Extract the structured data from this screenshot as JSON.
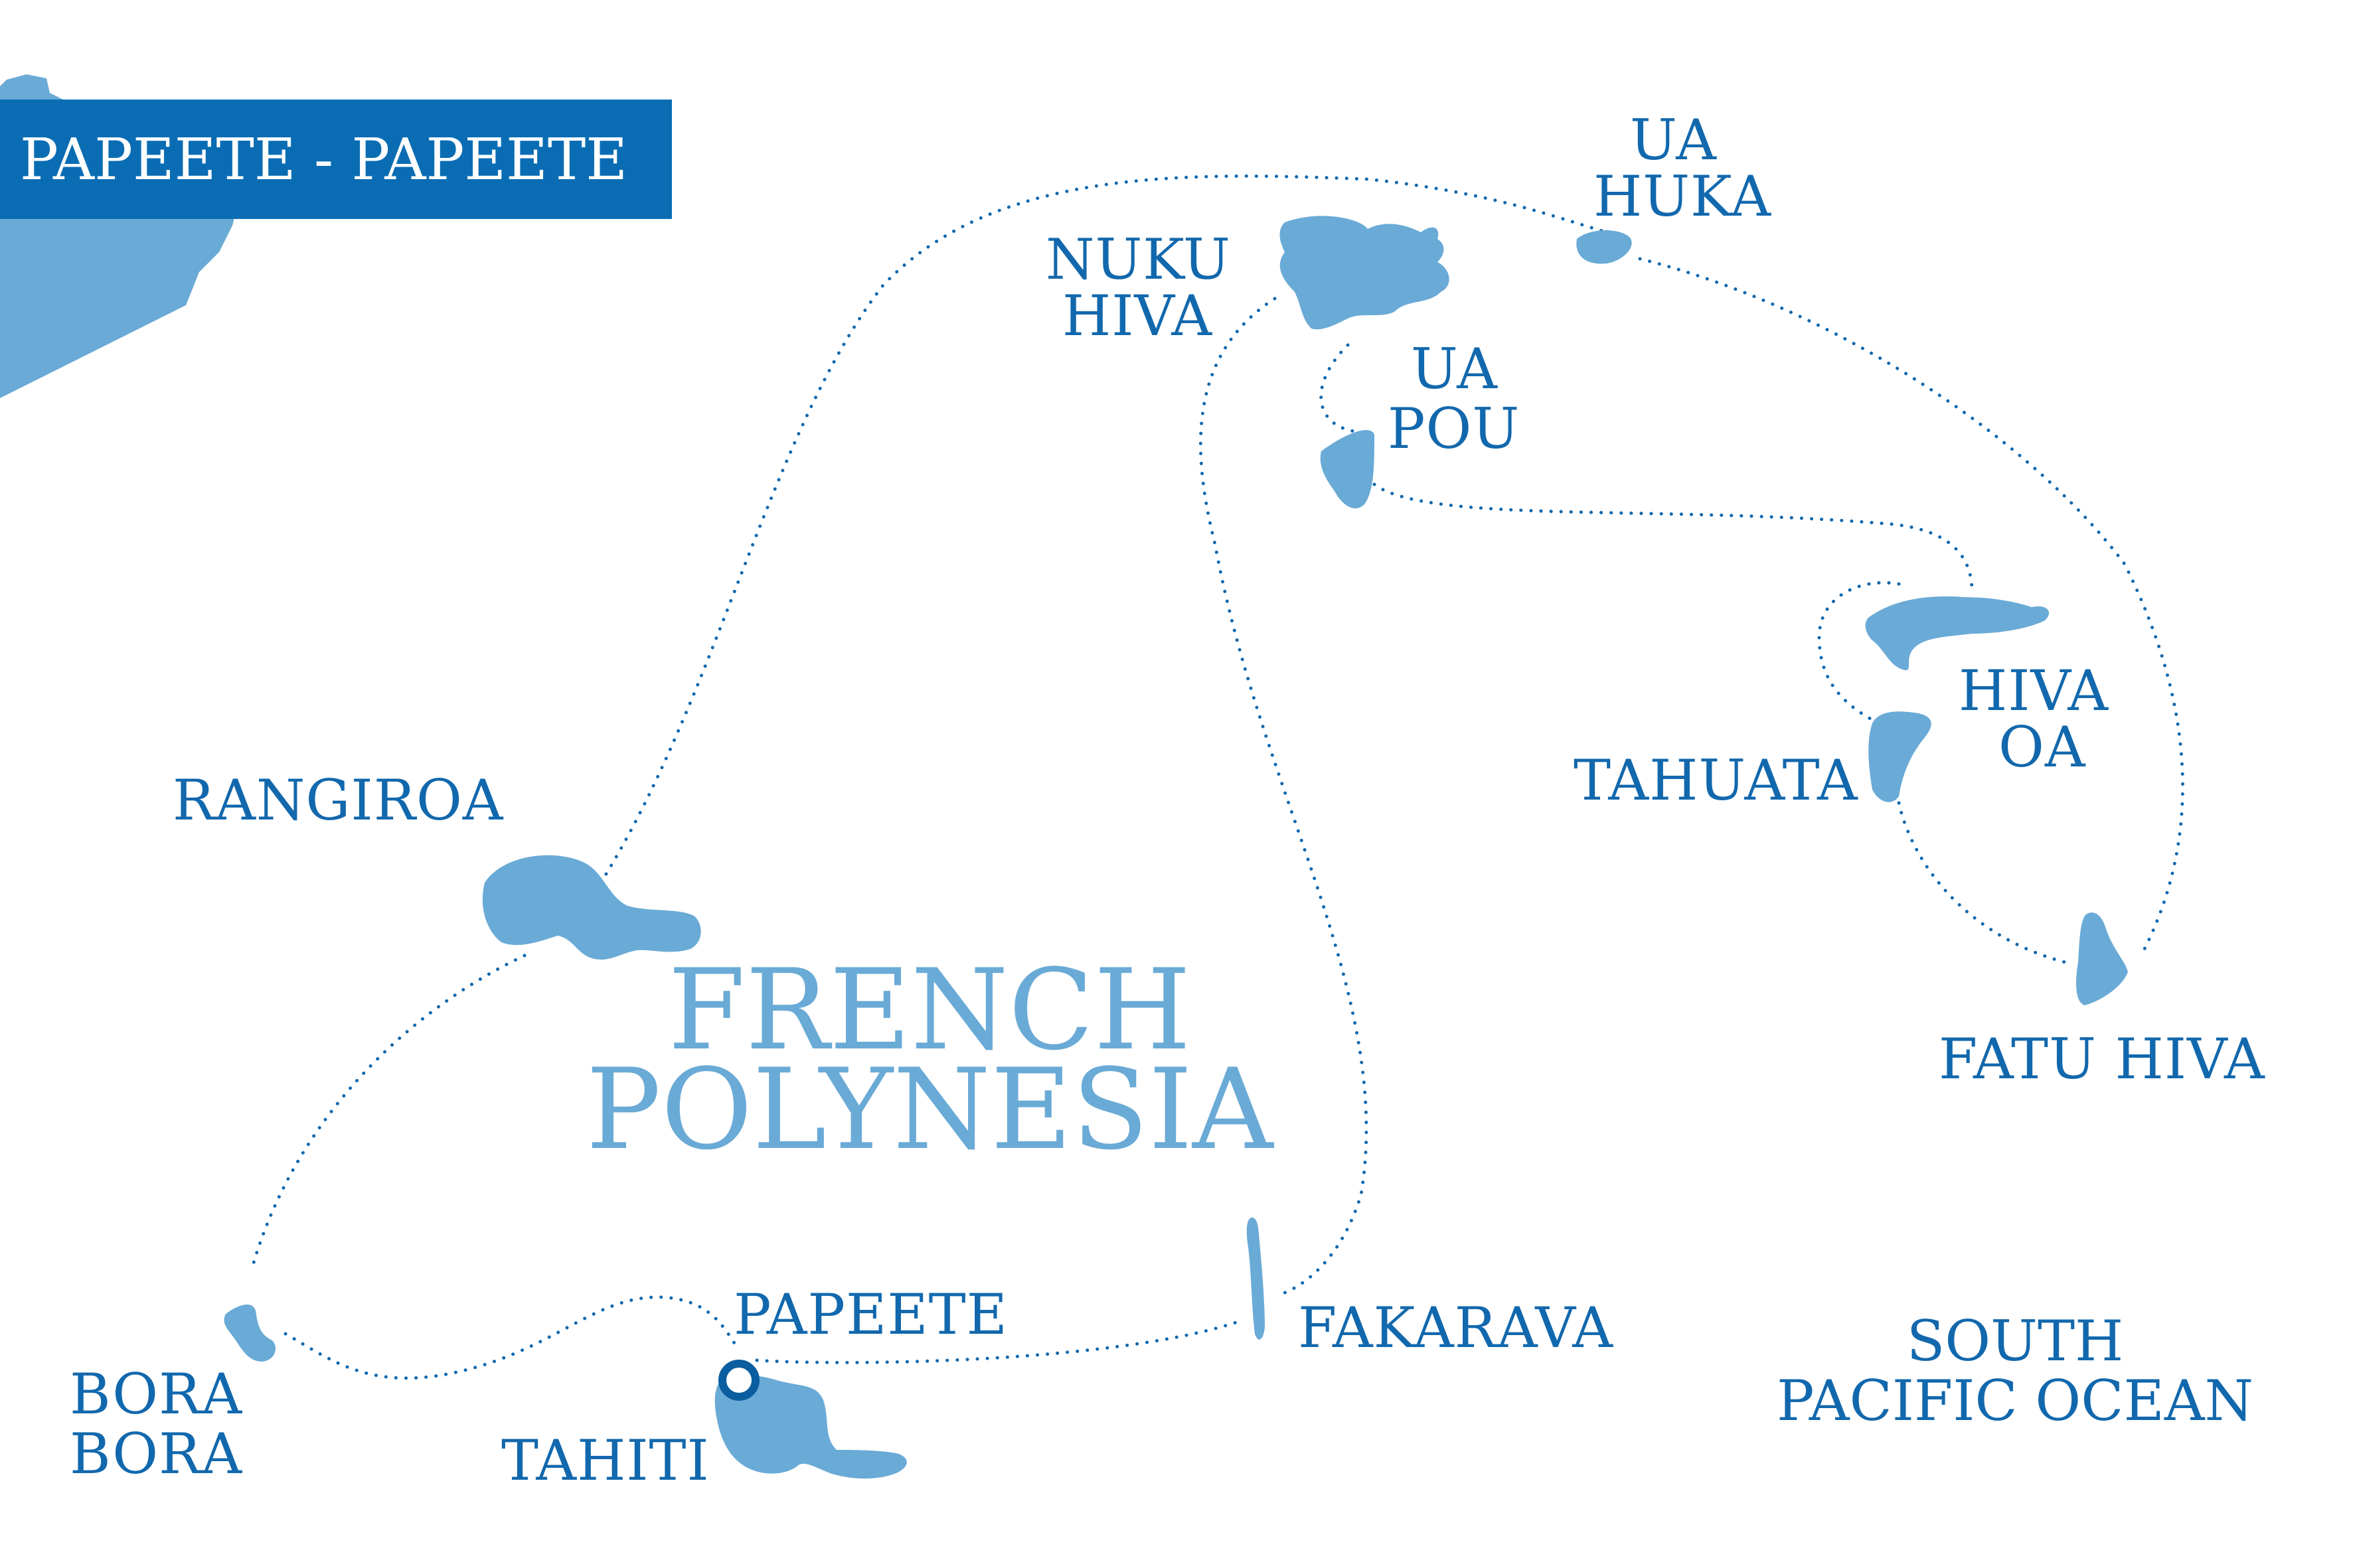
{
  "title": "PAPEETE - PAPEETE",
  "region": "FRENCH POLYNESIA",
  "ocean": [
    "SOUTH",
    "PACIFIC OCEAN"
  ],
  "islands": {
    "nuku_hiva": [
      "NUKU",
      "HIVA"
    ],
    "ua_huka": [
      "UA",
      "HUKA"
    ],
    "ua_pou": [
      "UA",
      "POU"
    ],
    "hiva_oa": [
      "HIVA",
      "OA"
    ],
    "tahuata": "TAHUATA",
    "fatu_hiva": "FATU HIVA",
    "rangiroa": "RANGIROA",
    "fakarava": "FAKARAVA",
    "papeete": "PAPEETE",
    "tahiti": "TAHITI",
    "bora_bora": [
      "BORA",
      "BORA"
    ]
  },
  "colors": {
    "island": "#6aaad6",
    "route": "#1268ad",
    "label": "#1268ad",
    "title_bar": "#0a6db4"
  }
}
